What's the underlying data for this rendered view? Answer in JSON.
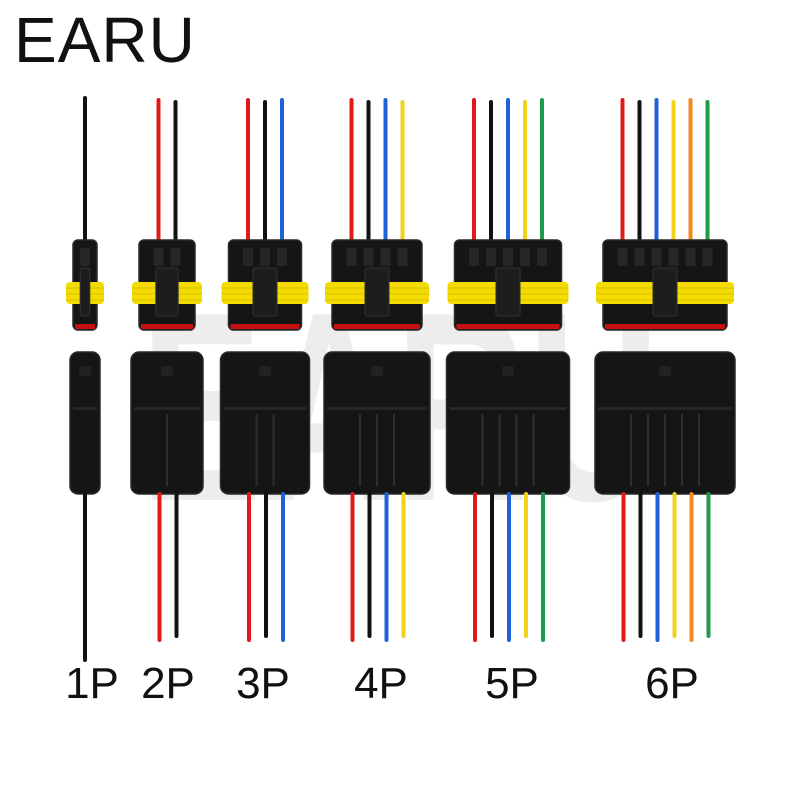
{
  "brand": {
    "name": "EARU"
  },
  "watermark": {
    "text": "EARU"
  },
  "connectors": [
    {
      "label": "1P",
      "wires_top": [
        "#111111"
      ],
      "wires_bottom": [
        "#111111"
      ]
    },
    {
      "label": "2P",
      "wires_top": [
        "#e01919",
        "#111111"
      ],
      "wires_bottom": [
        "#e01919",
        "#111111"
      ]
    },
    {
      "label": "3P",
      "wires_top": [
        "#e01919",
        "#111111",
        "#1f62d8"
      ],
      "wires_bottom": [
        "#e01919",
        "#111111",
        "#1f62d8"
      ]
    },
    {
      "label": "4P",
      "wires_top": [
        "#e01919",
        "#111111",
        "#1f62d8",
        "#f2d21c"
      ],
      "wires_bottom": [
        "#e01919",
        "#111111",
        "#1f62d8",
        "#f2d21c"
      ]
    },
    {
      "label": "5P",
      "wires_top": [
        "#e01919",
        "#111111",
        "#1f62d8",
        "#f2d21c",
        "#1f9a4a"
      ],
      "wires_bottom": [
        "#e01919",
        "#111111",
        "#1f62d8",
        "#f2d21c",
        "#1f9a4a"
      ]
    },
    {
      "label": "6P",
      "wires_top": [
        "#e01919",
        "#111111",
        "#1f62d8",
        "#f2d21c",
        "#f28a1c",
        "#1f9a4a"
      ],
      "wires_bottom": [
        "#e01919",
        "#111111",
        "#1f62d8",
        "#f2d21c",
        "#f28a1c",
        "#1f9a4a"
      ]
    }
  ],
  "colors": {
    "housing": "#151515",
    "housing_edge": "#2a2a2a",
    "seal": "#f5dc00",
    "gasket": "#c41010"
  }
}
